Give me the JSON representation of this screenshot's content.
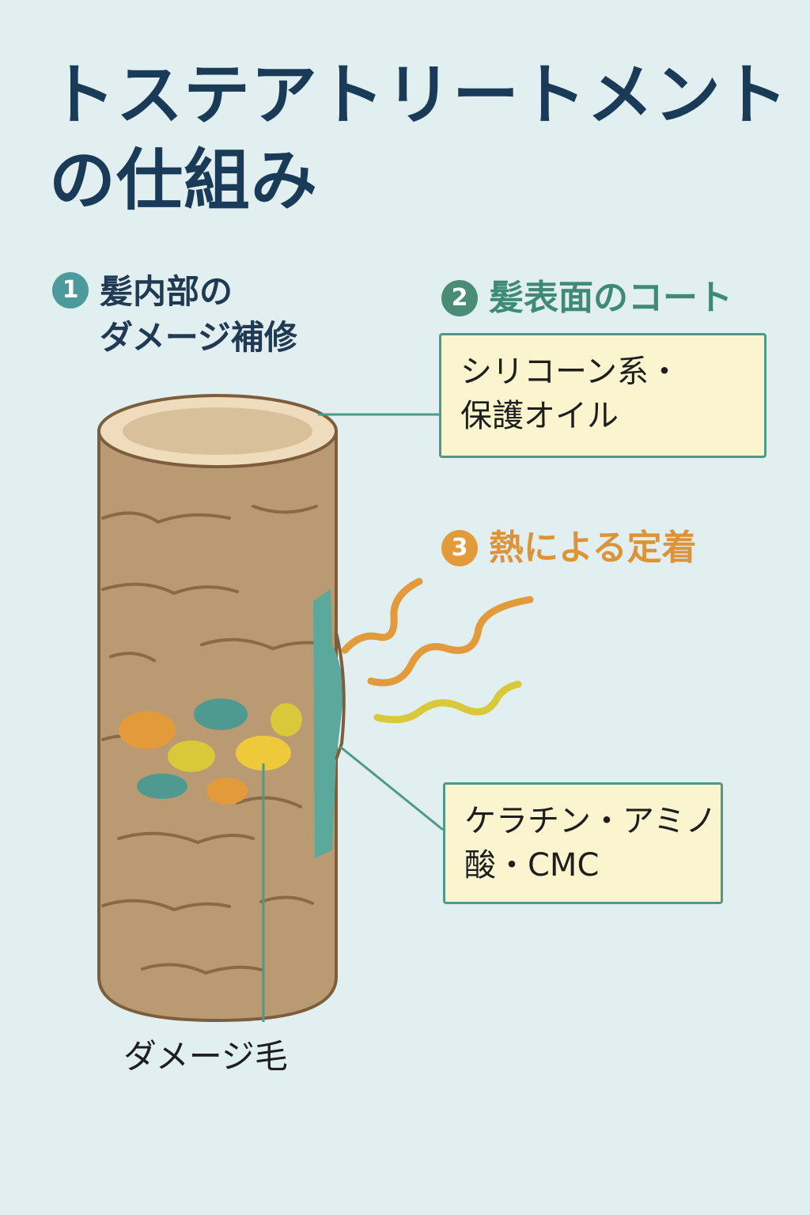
{
  "title": {
    "line1": "トステアトリートメント",
    "line2": "の仕組み"
  },
  "steps": [
    {
      "number": "1",
      "label_line1": "髪内部の",
      "label_line2": "ダメージ補修",
      "color": "#4d9a9c"
    },
    {
      "number": "2",
      "label": "髪表面のコート",
      "color": "#4a8d76"
    },
    {
      "number": "3",
      "label": "熱による定着",
      "color": "#e39a3b"
    }
  ],
  "boxes": {
    "coat": {
      "line1": "シリコーン系・",
      "line2": "保護オイル"
    },
    "repair": {
      "line1": "ケラチン・アミノ",
      "line2": "酸・CMC"
    }
  },
  "hair_label": "ダメージ毛",
  "colors": {
    "background": "#e1eff0",
    "title": "#1a3b57",
    "hair": "#b99a72",
    "hair_outline": "#7d5e3c",
    "coating": "#5ba89c",
    "box_fill": "#fbf5cf",
    "heat_orange": "#e39a3b",
    "heat_yellow": "#d8c83a"
  }
}
